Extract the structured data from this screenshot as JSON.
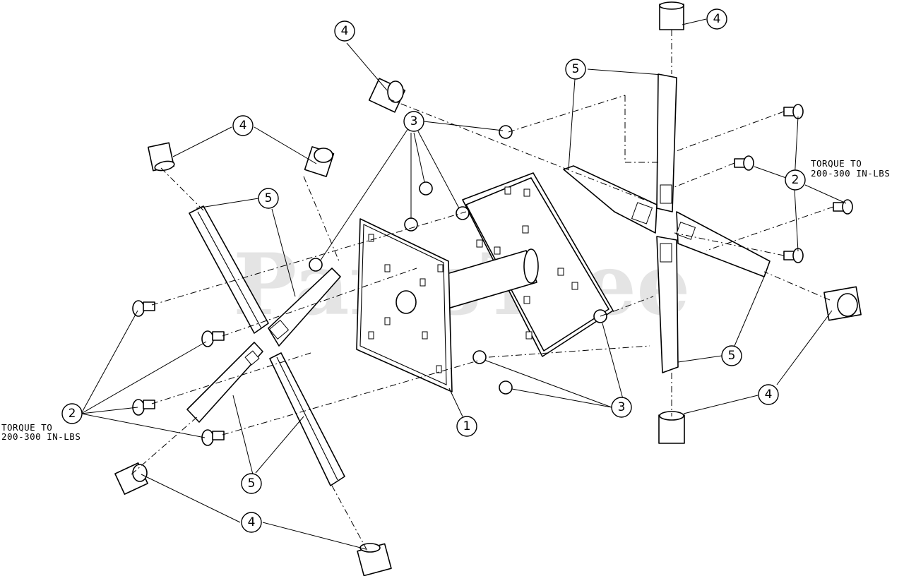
{
  "watermark": "PartsTree",
  "callouts": {
    "part_1": "1",
    "bolt": "2",
    "nut": "3",
    "cap": "4",
    "blade": "5"
  },
  "notes": {
    "left_torque_line1": "TORQUE TO",
    "left_torque_line2": "200-300 IN-LBS",
    "right_torque_line1": "TORQUE TO",
    "right_torque_line2": "200-300 IN-LBS"
  },
  "colors": {
    "line": "#000000",
    "background": "#ffffff",
    "watermark": "#cfcfcf"
  }
}
